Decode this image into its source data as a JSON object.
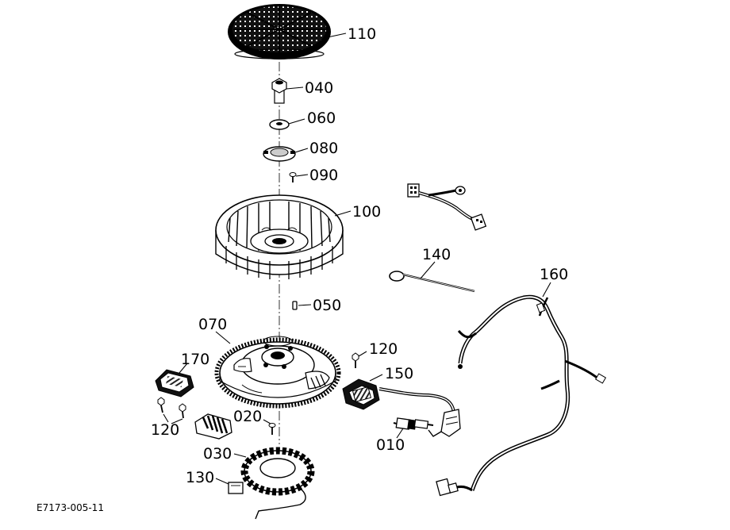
{
  "figure_code": "E7173-005-11",
  "callouts": {
    "c110": "110",
    "c040": "040",
    "c060": "060",
    "c080": "080",
    "c090": "090",
    "c100": "100",
    "c140": "140",
    "c160": "160",
    "c050": "050",
    "c070": "070",
    "c120a": "120",
    "c170": "170",
    "c150": "150",
    "c120b": "120",
    "c020": "020",
    "c010": "010",
    "c030": "030",
    "c130": "130"
  }
}
